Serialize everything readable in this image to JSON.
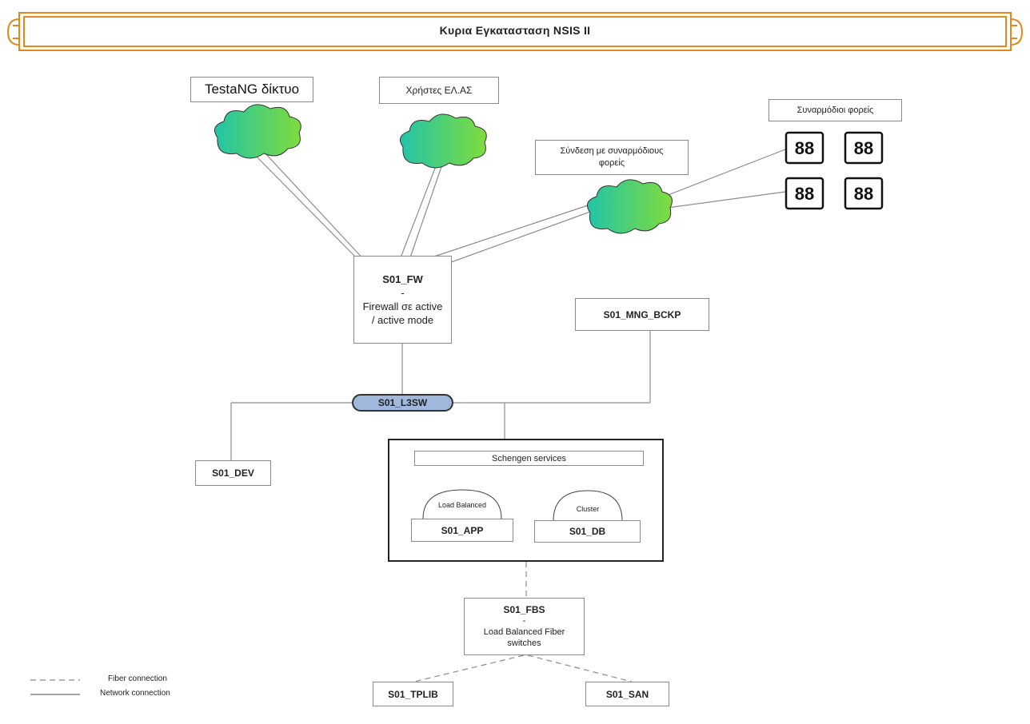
{
  "title": "Κυρια Εγκατασταση NSIS II",
  "labels": {
    "testang": "TestaNG δίκτυο",
    "users": "Χρήστες ΕΛ.ΑΣ",
    "partner_link": "Σύνδεση με συναρμόδιους φορείς",
    "partners": "Συναρμόδιοι φορείς"
  },
  "nodes": {
    "fw": {
      "name": "S01_FW",
      "dash": "-",
      "desc": "Firewall σε active / active mode"
    },
    "mng": "S01_MNG_BCKP",
    "l3sw": "S01_L3SW",
    "dev": "S01_DEV",
    "schengen": "Schengen services",
    "app": {
      "name": "S01_APP",
      "label": "Load Balanced"
    },
    "db": {
      "name": "S01_DB",
      "label": "Cluster"
    },
    "fbs": {
      "name": "S01_FBS",
      "dash": "-",
      "desc": "Load Balanced Fiber switches"
    },
    "tplib": "S01_TPLIB",
    "san": "S01_SAN"
  },
  "legend": {
    "fiber": "Fiber connection",
    "network": "Network connection"
  },
  "colors": {
    "cloud_start": "#22c4a8",
    "cloud_end": "#7fdc3c",
    "banner": "#e08a1e",
    "l3sw_fill": "#9fb8db"
  }
}
